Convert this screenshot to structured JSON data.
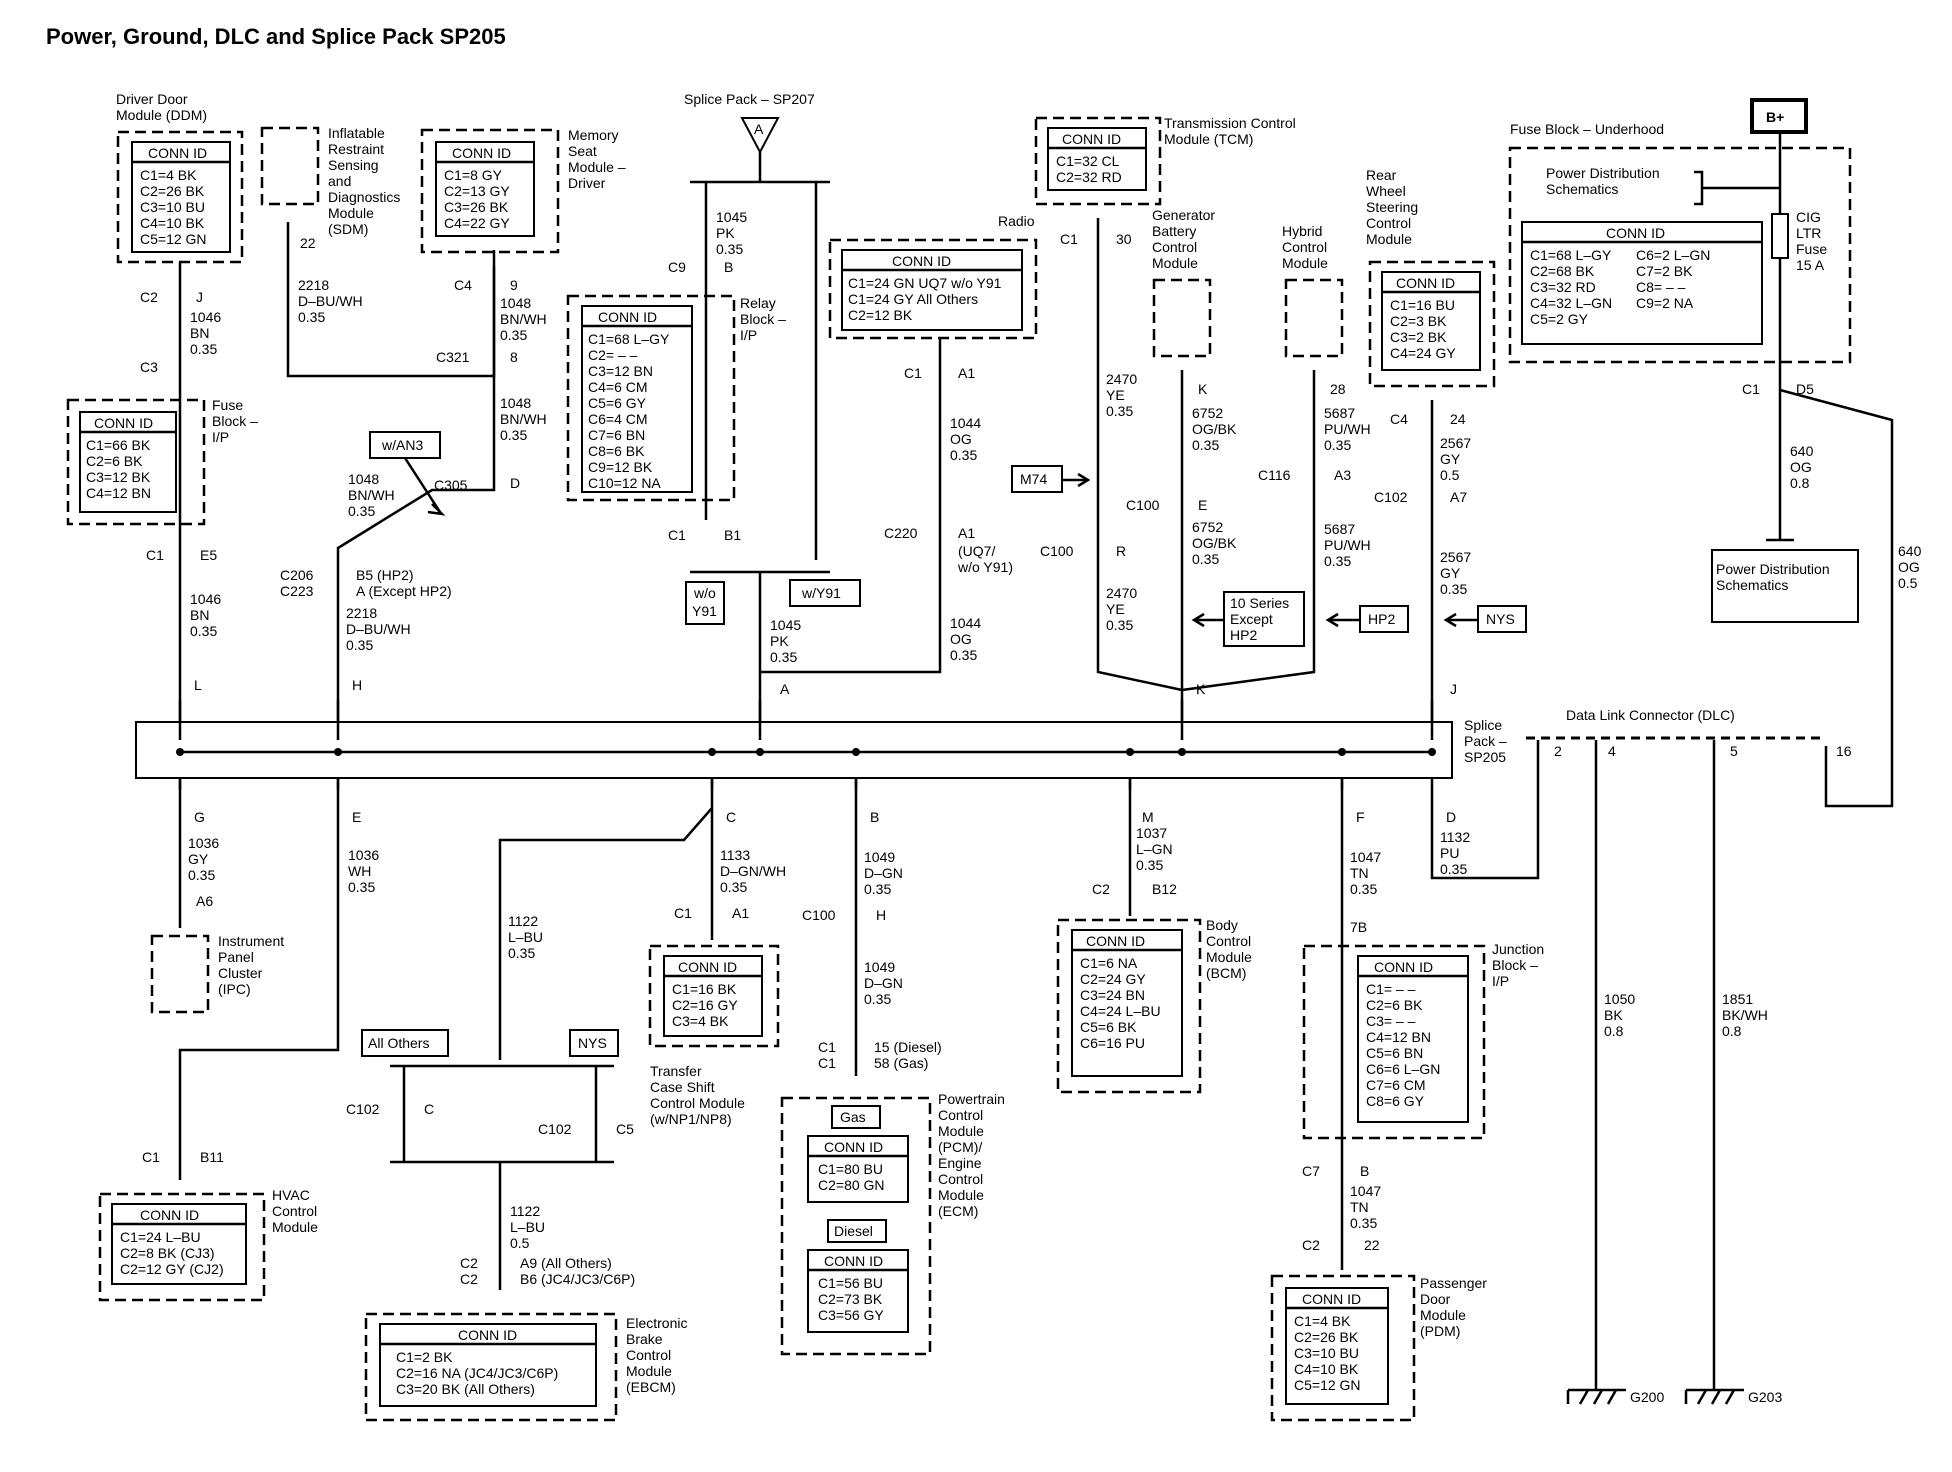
{
  "title": "Power, Ground, DLC and Splice Pack SP205",
  "conn_id": "CONN ID",
  "modules": {
    "ddm": {
      "lines": [
        "Driver Door",
        "Module (DDM)"
      ],
      "pins": [
        "C1=4 BK",
        "C2=26 BK",
        "C3=10 BU",
        "C4=10 BK",
        "C5=12 GN"
      ]
    },
    "sdm": {
      "lines": [
        "Inflatable",
        "Restraint",
        "Sensing",
        "and",
        "Diagnostics",
        "Module",
        "(SDM)"
      ]
    },
    "msm": {
      "lines": [
        "Memory",
        "Seat",
        "Module –",
        "Driver"
      ],
      "pins": [
        "C1=8 GY",
        "C2=13 GY",
        "C3=26 BK",
        "C4=22 GY"
      ]
    },
    "fbip": {
      "lines": [
        "Fuse",
        "Block –",
        "I/P"
      ],
      "pins": [
        "C1=66 BK",
        "C2=6 BK",
        "C3=12 BK",
        "C4=12 BN"
      ]
    },
    "relay": {
      "lines": [
        "Relay",
        "Block –",
        "I/P"
      ],
      "pins": [
        "C1=68 L–GY",
        "C2= – –",
        "C3=12 BN",
        "C4=6 CM",
        "C5=6 GY",
        "C6=4 CM",
        "C7=6 BN",
        "C8=6 BK",
        "C9=12 BK",
        "C10=12 NA"
      ]
    },
    "radio": {
      "label": "Radio",
      "pins": [
        "C1=24 GN UQ7 w/o Y91",
        "C1=24 GY All Others",
        "C2=12 BK"
      ]
    },
    "tcm": {
      "lines": [
        "Transmission Control",
        "Module (TCM)"
      ],
      "pins": [
        "C1=32 CL",
        "C2=32 RD"
      ]
    },
    "gbcm": {
      "lines": [
        "Generator",
        "Battery",
        "Control",
        "Module"
      ]
    },
    "hcm": {
      "lines": [
        "Hybrid",
        "Control",
        "Module"
      ]
    },
    "rwsm": {
      "lines": [
        "Rear",
        "Wheel",
        "Steering",
        "Control",
        "Module"
      ],
      "pins": [
        "C1=16 BU",
        "C2=3 BK",
        "C3=2 BK",
        "C4=24 GY"
      ]
    },
    "fbuh": {
      "label": "Fuse Block – Underhood",
      "pins_left": [
        "C1=68 L–GY",
        "C2=68 BK",
        "C3=32 RD",
        "C4=32 L–GN",
        "C5=2 GY"
      ],
      "pins_right": [
        "C6=2 L–GN",
        "C7=2 BK",
        "C8= – –",
        "C9=2 NA"
      ]
    },
    "ipc": {
      "lines": [
        "Instrument",
        "Panel",
        "Cluster",
        "(IPC)"
      ]
    },
    "hvac": {
      "lines": [
        "HVAC",
        "Control",
        "Module"
      ],
      "pins": [
        "C1=24 L–BU",
        "C2=8 BK (CJ3)",
        "C2=12 GY (CJ2)"
      ]
    },
    "tccm": {
      "lines": [
        "Transfer",
        "Case Shift",
        "Control Module",
        "(w/NP1/NP8)"
      ],
      "pins": [
        "C1=16 BK",
        "C2=16 GY",
        "C3=4 BK"
      ]
    },
    "pcm": {
      "lines": [
        "Powertrain",
        "Control",
        "Module",
        "(PCM)/",
        "Engine",
        "Control",
        "Module",
        "(ECM)"
      ],
      "gas": "Gas",
      "diesel": "Diesel",
      "gas_pins": [
        "C1=80 BU",
        "C2=80 GN"
      ],
      "diesel_pins": [
        "C1=56 BU",
        "C2=73 BK",
        "C3=56 GY"
      ]
    },
    "bcm": {
      "lines": [
        "Body",
        "Control",
        "Module",
        "(BCM)"
      ],
      "pins": [
        "C1=6 NA",
        "C2=24 GY",
        "C3=24 BN",
        "C4=24 L–BU",
        "C5=6 BK",
        "C6=16 PU"
      ]
    },
    "jb": {
      "lines": [
        "Junction",
        "Block –",
        "I/P"
      ],
      "pins": [
        "C1= – –",
        "C2=6 BK",
        "C3= – –",
        "C4=12 BN",
        "C5=6 BN",
        "C6=6 L–GN",
        "C7=6 CM",
        "C8=6 GY"
      ]
    },
    "ebcm": {
      "lines": [
        "Electronic",
        "Brake",
        "Control",
        "Module",
        "(EBCM)"
      ],
      "pins": [
        "C1=2 BK",
        "C2=16 NA (JC4/JC3/C6P)",
        "C3=20 BK (All Others)"
      ]
    },
    "pdm": {
      "lines": [
        "Passenger",
        "Door",
        "Module",
        "(PDM)"
      ],
      "pins": [
        "C1=4 BK",
        "C2=26 BK",
        "C3=10 BU",
        "C4=10 BK",
        "C5=12 GN"
      ]
    }
  },
  "splice_pack": {
    "lines": [
      "Splice",
      "Pack –",
      "SP205"
    ]
  },
  "sp207": {
    "label": "Splice Pack – SP207",
    "letter": "A"
  },
  "bplus": "B+",
  "pds": {
    "top": [
      "Power Distribution",
      "Schematics"
    ],
    "bottom": [
      "Power Distribution",
      "Schematics"
    ]
  },
  "fuse": [
    "CIG",
    "LTR",
    "Fuse",
    "15 A"
  ],
  "dlc": {
    "label": "Data Link Connector (DLC)",
    "pins": [
      "2",
      "4",
      "5",
      "16"
    ]
  },
  "grounds": [
    "G200",
    "G203"
  ],
  "options": {
    "wan3": "w/AN3",
    "wo": "w/o",
    "y91": "Y91",
    "wy91": "w/Y91",
    "m74": "M74",
    "ten": [
      "10 Series",
      "Except",
      "HP2"
    ],
    "hp2": "HP2",
    "nys": "NYS",
    "allothers": "All Others",
    "nys2": "NYS"
  },
  "wires": {
    "ddm": [
      "1046",
      "BN",
      "0.35"
    ],
    "sdm": [
      "2218",
      "D–BU/WH",
      "0.35"
    ],
    "msm1": [
      "1048",
      "BN/WH",
      "0.35"
    ],
    "msm2": [
      "1048",
      "BN/WH",
      "0.35"
    ],
    "an3": [
      "1048",
      "BN/WH",
      "0.35"
    ],
    "fbip": [
      "1046",
      "BN",
      "0.35"
    ],
    "sdm2": [
      "2218",
      "D–BU/WH",
      "0.35"
    ],
    "sp207": [
      "1045",
      "PK",
      "0.35"
    ],
    "spa": [
      "1045",
      "PK",
      "0.35"
    ],
    "radio1": [
      "1044",
      "OG",
      "0.35"
    ],
    "radio2": [
      "1044",
      "OG",
      "0.35"
    ],
    "tcm": [
      "2470",
      "YE",
      "0.35"
    ],
    "tcm2": [
      "2470",
      "YE",
      "0.35"
    ],
    "gbcm1": [
      "6752",
      "OG/BK",
      "0.35"
    ],
    "gbcm2": [
      "6752",
      "OG/BK",
      "0.35"
    ],
    "hcm1": [
      "5687",
      "PU/WH",
      "0.35"
    ],
    "hcm2": [
      "5687",
      "PU/WH",
      "0.35"
    ],
    "rws1": [
      "2567",
      "GY",
      "0.5"
    ],
    "rws2": [
      "2567",
      "GY",
      "0.35"
    ],
    "fb640": [
      "640",
      "OG",
      "0.8"
    ],
    "dlc640": [
      "640",
      "OG",
      "0.5"
    ],
    "ipc": [
      "1036",
      "GY",
      "0.35"
    ],
    "hvac": [
      "1036",
      "WH",
      "0.35"
    ],
    "c1133": [
      "1133",
      "D–GN/WH",
      "0.35"
    ],
    "c1122": [
      "1122",
      "L–BU",
      "0.35"
    ],
    "c1122b": [
      "1122",
      "L–BU",
      "0.5"
    ],
    "pcm1": [
      "1049",
      "D–GN",
      "0.35"
    ],
    "pcm2": [
      "1049",
      "D–GN",
      "0.35"
    ],
    "bcm": [
      "1037",
      "L–GN",
      "0.35"
    ],
    "jb": [
      "1047",
      "TN",
      "0.35"
    ],
    "pdm": [
      "1047",
      "TN",
      "0.35"
    ],
    "dlc": [
      "1132",
      "PU",
      "0.35"
    ],
    "g200": [
      "1050",
      "BK",
      "0.8"
    ],
    "g203": [
      "1851",
      "BK/WH",
      "0.8"
    ]
  },
  "terminals": {
    "C1": "C1",
    "C2": "C2",
    "C3": "C3",
    "C4": "C4",
    "C5": "C5",
    "C7": "C7",
    "C9": "C9",
    "C100": "C100",
    "C102": "C102",
    "C116": "C116",
    "C206": "C206",
    "C223": "C223",
    "C220": "C220",
    "C305": "C305",
    "C321": "C321",
    "p22": "22",
    "p9": "9",
    "p8": "8",
    "pD": "D",
    "pJ": "J",
    "pE5": "E5",
    "pL": "L",
    "pH": "H",
    "pA": "A",
    "pK": "K",
    "pB": "B",
    "pB1": "B1",
    "pA1": "A1",
    "pA1b": "A1",
    "p30": "30",
    "pR": "R",
    "pE": "E",
    "p28": "28",
    "pA3": "A3",
    "p24": "24",
    "pA7": "A7",
    "pD5": "D5",
    "pG": "G",
    "pA6": "A6",
    "pEb": "E",
    "pC": "C",
    "pBb": "B",
    "pM": "M",
    "pB12": "B12",
    "pF": "F",
    "pDb": "D",
    "pB11": "B11",
    "pA1c": "A1",
    "pHb": "H",
    "p7B": "7B",
    "pBc": "B",
    "p22b": "22",
    "pCb": "C",
    "pC5": "C5",
    "pJb": "J",
    "pKb": "K",
    "b5": "B5 (HP2)",
    "aexcept": "A (Except HP2)",
    "uq7": "(UQ7/",
    "woY91": "w/o Y91)",
    "diesel15": "15 (Diesel)",
    "gas58": "58 (Gas)",
    "a9": "A9 (All Others)",
    "b6": "B6 (JC4/JC3/C6P)"
  }
}
